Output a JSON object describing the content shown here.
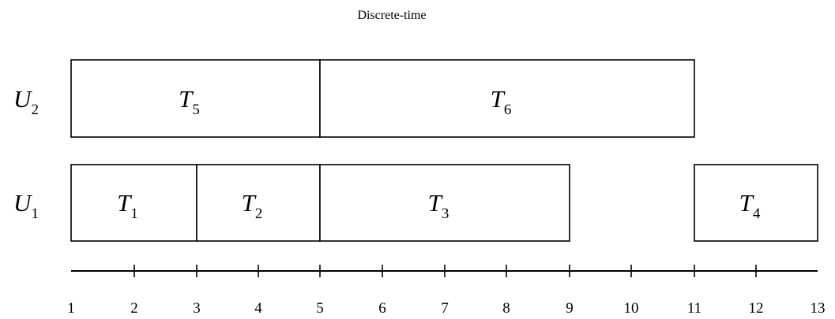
{
  "title": "Discrete-time",
  "axis": {
    "ticks": [
      "1",
      "2",
      "3",
      "4",
      "5",
      "6",
      "7",
      "8",
      "9",
      "10",
      "11",
      "12",
      "13"
    ],
    "label_values": [
      1,
      2,
      3,
      4,
      5,
      6,
      7,
      8,
      9,
      10,
      11,
      12,
      13
    ]
  },
  "units": [
    {
      "id": "U2",
      "symbol": "U",
      "subscript": "2",
      "tasks": [
        {
          "symbol": "T",
          "subscript": "5",
          "start": 1,
          "end": 5
        },
        {
          "symbol": "T",
          "subscript": "6",
          "start": 5,
          "end": 11
        }
      ]
    },
    {
      "id": "U1",
      "symbol": "U",
      "subscript": "1",
      "tasks": [
        {
          "symbol": "T",
          "subscript": "1",
          "start": 1,
          "end": 3
        },
        {
          "symbol": "T",
          "subscript": "2",
          "start": 3,
          "end": 5
        },
        {
          "symbol": "T",
          "subscript": "3",
          "start": 5,
          "end": 9
        },
        {
          "symbol": "T",
          "subscript": "4",
          "start": 11,
          "end": 13
        }
      ]
    }
  ]
}
